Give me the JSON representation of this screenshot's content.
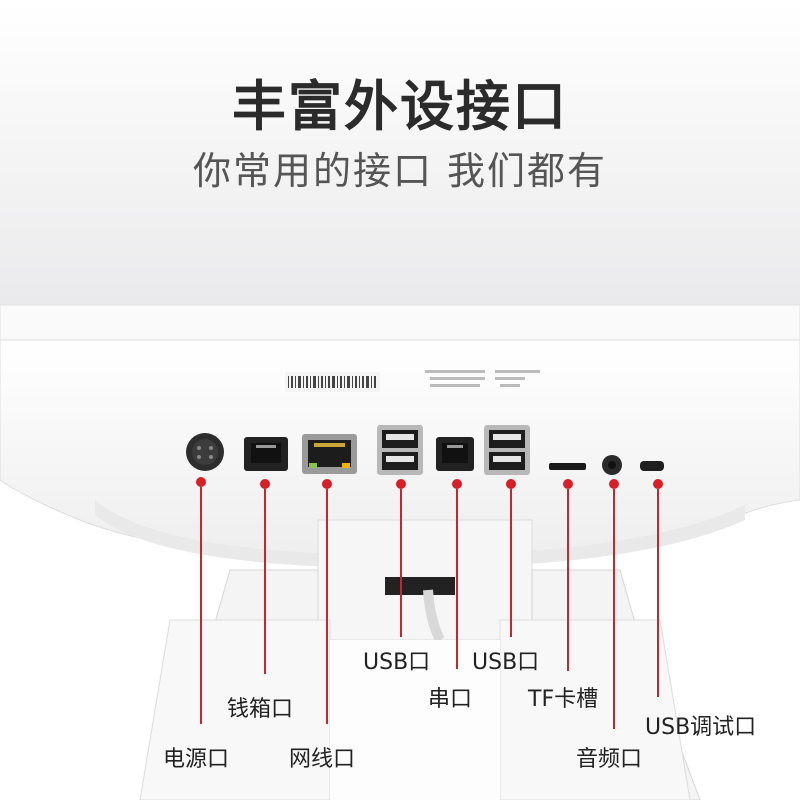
{
  "header": {
    "title": "丰富外设接口",
    "subtitle": "你常用的接口 我们都有"
  },
  "ports": [
    {
      "id": "power",
      "label": "电源口"
    },
    {
      "id": "cashbox",
      "label": "钱箱口"
    },
    {
      "id": "network",
      "label": "网线口"
    },
    {
      "id": "usb-1",
      "label": "USB口"
    },
    {
      "id": "serial",
      "label": "串口"
    },
    {
      "id": "usb-2",
      "label": "USB口"
    },
    {
      "id": "tf",
      "label": "TF卡槽"
    },
    {
      "id": "audio",
      "label": "音频口"
    },
    {
      "id": "usb-debug",
      "label": "USB调试口"
    }
  ],
  "colors": {
    "accent": "#d61f26",
    "title": "#2b2b2b",
    "subtitle": "#555555"
  }
}
